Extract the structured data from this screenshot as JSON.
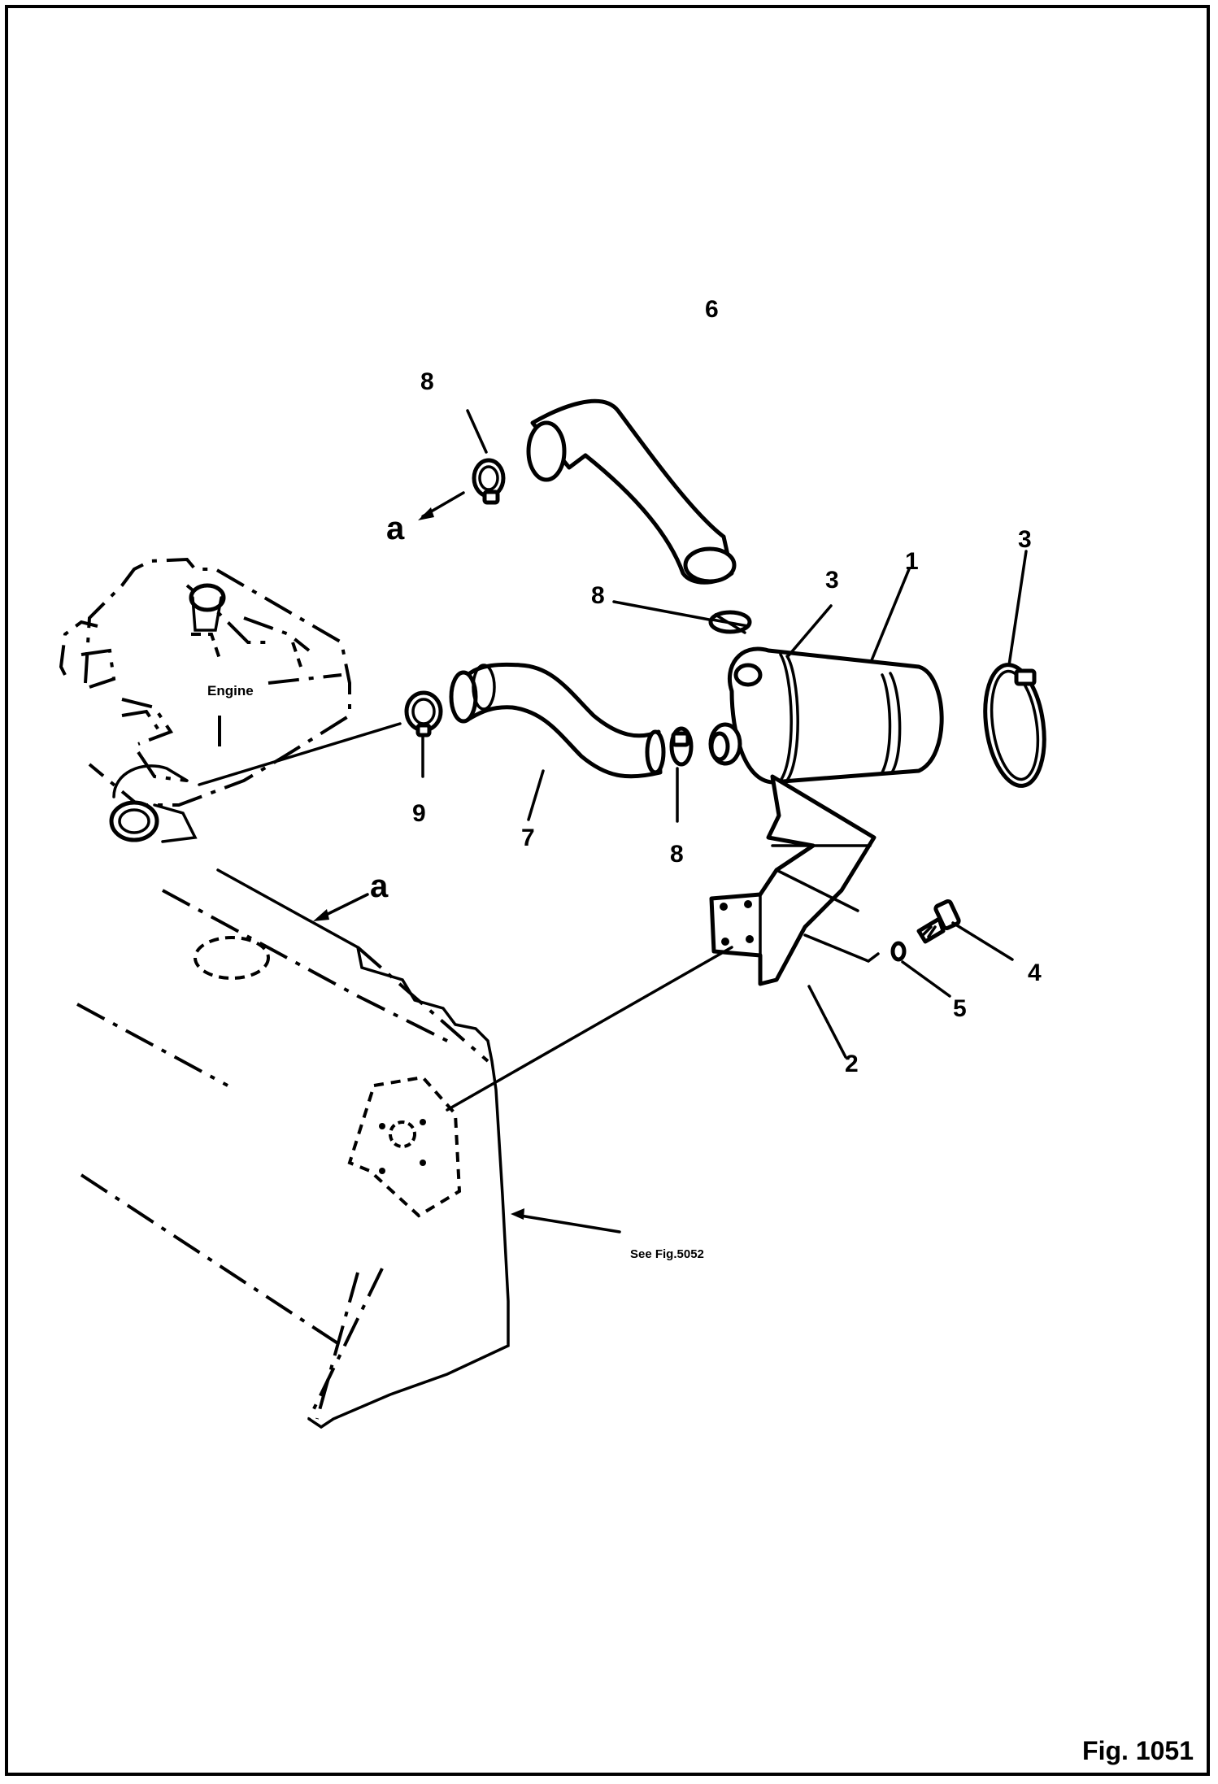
{
  "figure": {
    "number": "Fig. 1051"
  },
  "labels": {
    "engine": "Engine",
    "see_ref": "See Fig.5052",
    "connector": "a"
  },
  "callouts": [
    {
      "id": "callout-1",
      "text": "1"
    },
    {
      "id": "callout-2",
      "text": "2"
    },
    {
      "id": "callout-3-left",
      "text": "3"
    },
    {
      "id": "callout-3-right",
      "text": "3"
    },
    {
      "id": "callout-4",
      "text": "4"
    },
    {
      "id": "callout-5",
      "text": "5"
    },
    {
      "id": "callout-6",
      "text": "6"
    },
    {
      "id": "callout-7",
      "text": "7"
    },
    {
      "id": "callout-8-top",
      "text": "8"
    },
    {
      "id": "callout-8-mid",
      "text": "8"
    },
    {
      "id": "callout-8-bottom",
      "text": "8"
    },
    {
      "id": "callout-9",
      "text": "9"
    }
  ]
}
